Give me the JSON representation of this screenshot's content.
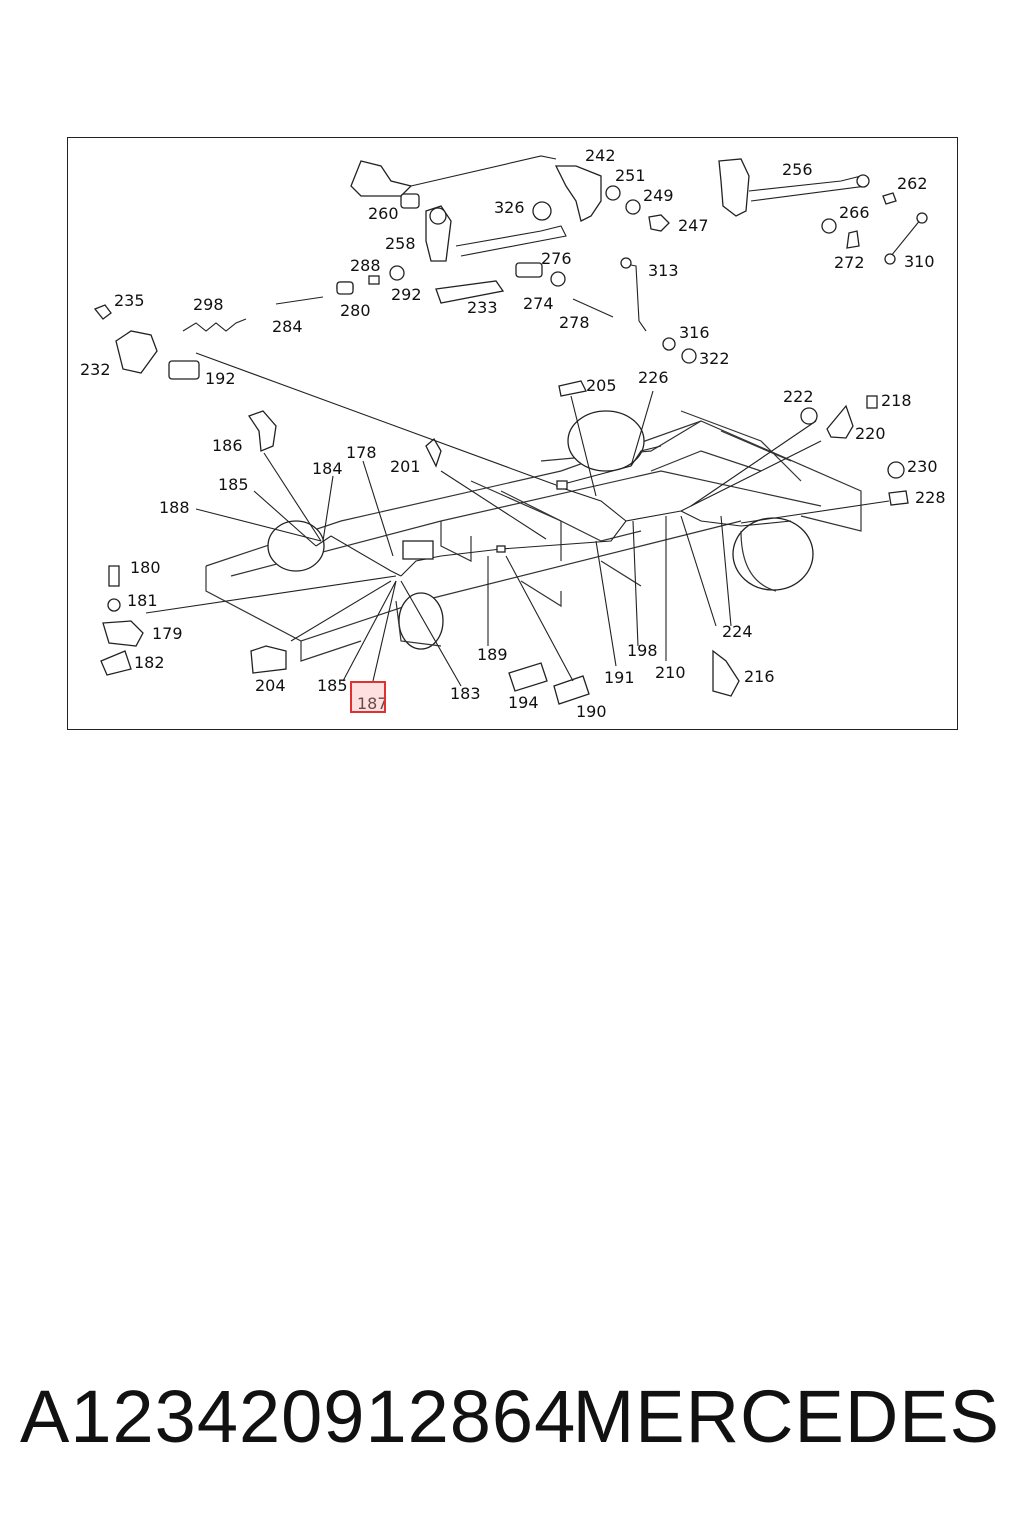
{
  "diagram": {
    "callouts": {
      "c242": "242",
      "c251": "251",
      "c249": "249",
      "c256": "256",
      "c262": "262",
      "c260": "260",
      "c326": "326",
      "c247": "247",
      "c266": "266",
      "c258": "258",
      "c276": "276",
      "c313": "313",
      "c272": "272",
      "c310": "310",
      "c288": "288",
      "c292": "292",
      "c233": "233",
      "c274": "274",
      "c235": "235",
      "c298": "298",
      "c284": "284",
      "c280": "280",
      "c278": "278",
      "c316": "316",
      "c232": "232",
      "c192": "192",
      "c322": "322",
      "c205": "205",
      "c226": "226",
      "c222": "222",
      "c218": "218",
      "c186": "186",
      "c178": "178",
      "c201": "201",
      "c220": "220",
      "c184": "184",
      "c185a": "185",
      "c230": "230",
      "c188": "188",
      "c228": "228",
      "c180": "180",
      "c181": "181",
      "c179": "179",
      "c182": "182",
      "c198": "198",
      "c224": "224",
      "c189": "189",
      "c210": "210",
      "c216": "216",
      "c204": "204",
      "c185b": "185",
      "c191": "191",
      "c183": "183",
      "c194": "194",
      "c190": "190",
      "c187": "187"
    },
    "highlighted_callout": "187",
    "highlight_color": "#e03030"
  },
  "footer": {
    "part_number": "A123420912864",
    "brand": "MERCEDES"
  }
}
